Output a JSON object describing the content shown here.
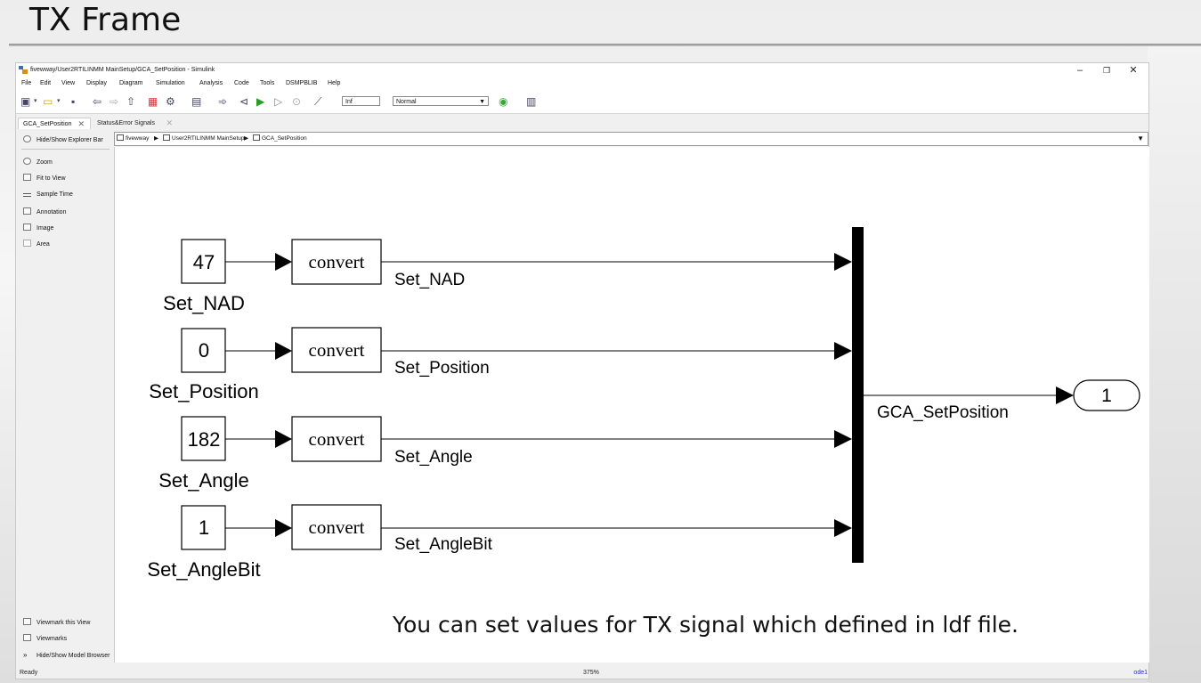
{
  "slide": {
    "title": "TX Frame",
    "caption": "You can set values for TX signal which defined in ldf file."
  },
  "window": {
    "title": "fivewway/User2RTILINMM MainSetup/GCA_SetPosition - Simulink",
    "controls": {
      "minimize": "–",
      "restore": "❐",
      "close": "✕"
    }
  },
  "menu": [
    "File",
    "Edit",
    "View",
    "Display",
    "Diagram",
    "Simulation",
    "Analysis",
    "Code",
    "Tools",
    "DSMPBLIB",
    "Help"
  ],
  "toolbar": {
    "stop_time": "Inf",
    "sim_mode": "Normal"
  },
  "tabs": [
    {
      "label": "GCA_SetPosition",
      "close": "✕"
    },
    {
      "label": "Status&Error Signals",
      "close": "✕"
    }
  ],
  "sidebar": {
    "items": [
      {
        "label": "Hide/Show Explorer Bar",
        "icon": "eye-icon"
      },
      {
        "label": "Zoom",
        "icon": "zoom-icon"
      },
      {
        "label": "Fit to View",
        "icon": "fit-view-icon"
      },
      {
        "label": "Sample Time",
        "icon": "sample-time-icon"
      },
      {
        "label": "Annotation",
        "icon": "annotation-icon"
      },
      {
        "label": "Image",
        "icon": "image-icon"
      },
      {
        "label": "Area",
        "icon": "area-icon"
      }
    ],
    "bottom_items": [
      {
        "label": "Viewmark this View",
        "icon": "viewmark-icon"
      },
      {
        "label": "Viewmarks",
        "icon": "viewmarks-icon"
      },
      {
        "label": "Hide/Show Model Browser",
        "icon": "double-chevron-icon"
      }
    ]
  },
  "breadcrumb": [
    "fivewway",
    "User2RTILINMM MainSetup",
    "GCA_SetPosition"
  ],
  "diagram": {
    "constants": [
      {
        "value": "47",
        "name": "Set_NAD",
        "signal": "Set_NAD"
      },
      {
        "value": "0",
        "name": "Set_Position",
        "signal": "Set_Position"
      },
      {
        "value": "182",
        "name": "Set_Angle",
        "signal": "Set_Angle"
      },
      {
        "value": "1",
        "name": "Set_AngleBit",
        "signal": "Set_AngleBit"
      }
    ],
    "convert_label": "convert",
    "output_signal": "GCA_SetPosition",
    "outport": "1"
  },
  "status": {
    "left": "Ready",
    "zoom": "375%",
    "solver": "ode1"
  }
}
